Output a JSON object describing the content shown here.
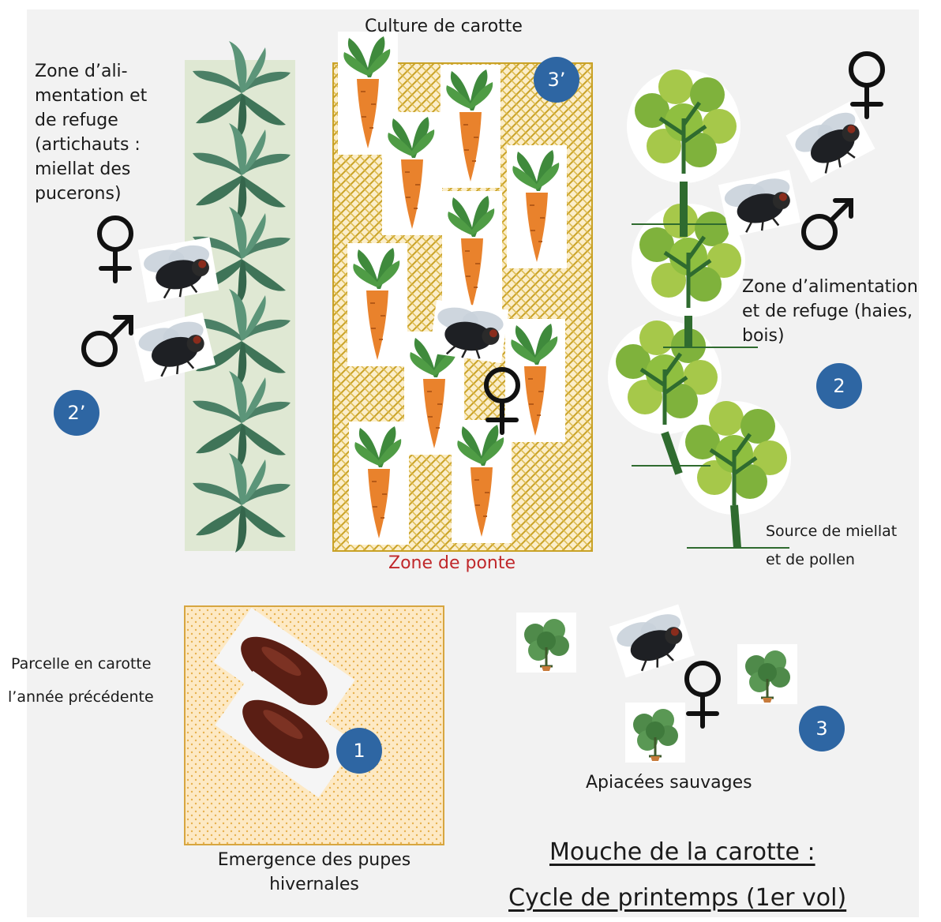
{
  "diagram": {
    "title_line1": "Mouche de la carotte :",
    "title_line2": "Cycle de printemps (1er vol)",
    "labels": {
      "crop": "Culture de carotte",
      "laying_zone": "Zone de ponte",
      "artichoke_zone": "Zone d’ali-\nmentation et\nde refuge\n(artichauts :\nmiellat des\npucerons)",
      "hedge_zone": "Zone d’alimentation\net de refuge (haies,\nbois)",
      "nectar_line1": "Source de miellat",
      "nectar_line2": "et de pollen",
      "prev_plot_line1": "Parcelle en carotte",
      "prev_plot_line2": "l’année précédente",
      "emergence": "Emergence des pupes\nhivernales",
      "wild_apiaceae": "Apiacées sauvages"
    },
    "badges": {
      "b1": "1",
      "b2": "2",
      "b2p": "2’",
      "b3": "3",
      "b3p": "3’"
    },
    "colors": {
      "panel": "#f2f2f2",
      "badge": "#2e66a3",
      "field_fill": "#fbeecb",
      "field_pattern": "#c9a227",
      "carrot": "#e9822c",
      "leaf": "#3f8a3c",
      "artichoke_bg": "#dfe8d3",
      "tree_trunk": "#2f6b2f",
      "laying_label": "#c0282b"
    },
    "icons": [
      "carrot-icon",
      "fly-icon",
      "female-symbol-icon",
      "male-symbol-icon",
      "tree-icon",
      "artichoke-icon",
      "pupa-icon",
      "wild-plant-icon"
    ]
  }
}
